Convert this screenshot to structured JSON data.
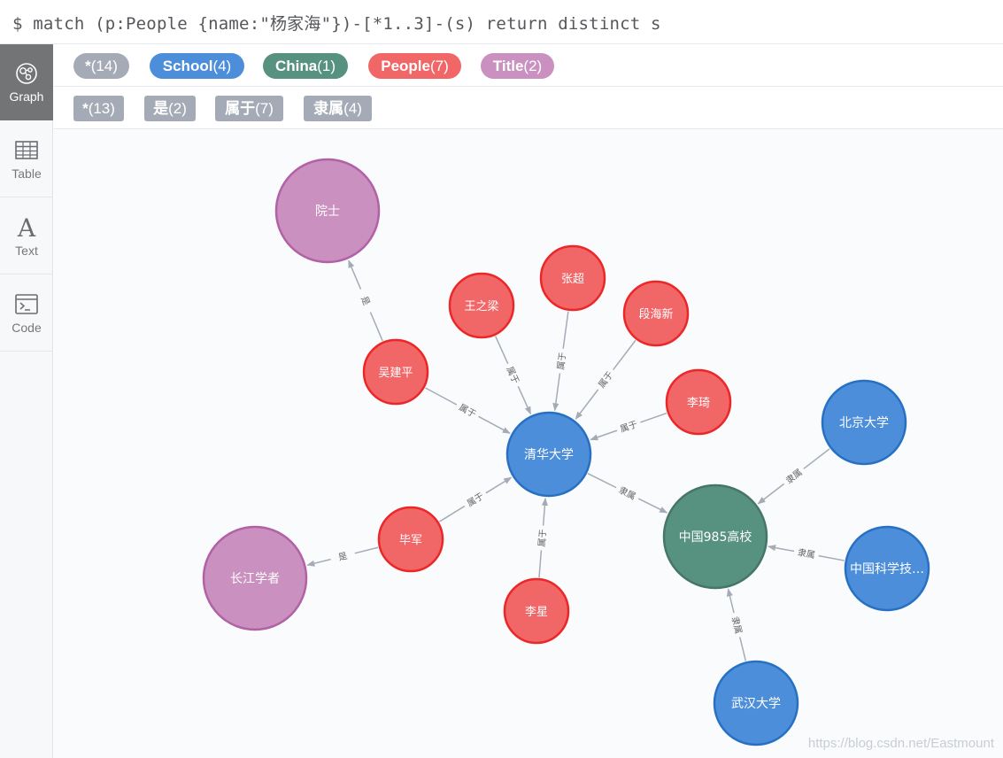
{
  "query": "$ match (p:People {name:\"杨家海\"})-[*1..3]-(s) return distinct s",
  "sidebar": {
    "items": [
      {
        "label": "Graph"
      },
      {
        "label": "Table"
      },
      {
        "label": "Text"
      },
      {
        "label": "Code"
      }
    ]
  },
  "node_labels": [
    {
      "name": "*",
      "count": "(14)",
      "color": "#a5abb6"
    },
    {
      "name": "School",
      "count": "(4)",
      "color": "#4c8eda"
    },
    {
      "name": "China",
      "count": "(1)",
      "color": "#57917f"
    },
    {
      "name": "People",
      "count": "(7)",
      "color": "#f16667"
    },
    {
      "name": "Title",
      "count": "(2)",
      "color": "#c990c0"
    }
  ],
  "rel_types": [
    {
      "name": "*",
      "count": "(13)"
    },
    {
      "name": "是",
      "count": "(2)"
    },
    {
      "name": "属于",
      "count": "(7)"
    },
    {
      "name": "隶属",
      "count": "(4)"
    }
  ],
  "graph": {
    "nodes": [
      {
        "id": "yuanshi",
        "caption": "院士",
        "type": "Title"
      },
      {
        "id": "changjiang",
        "caption": "长江学者",
        "type": "Title"
      },
      {
        "id": "wangzhiliang",
        "caption": "王之梁",
        "type": "People"
      },
      {
        "id": "zhangchao",
        "caption": "张超",
        "type": "People"
      },
      {
        "id": "duanhaixin",
        "caption": "段海新",
        "type": "People"
      },
      {
        "id": "wujianping",
        "caption": "吴建平",
        "type": "People"
      },
      {
        "id": "liqi",
        "caption": "李琦",
        "type": "People"
      },
      {
        "id": "bijun",
        "caption": "毕军",
        "type": "People"
      },
      {
        "id": "lixing",
        "caption": "李星",
        "type": "People"
      },
      {
        "id": "tsinghua",
        "caption": "清华大学",
        "type": "School"
      },
      {
        "id": "pku",
        "caption": "北京大学",
        "type": "School"
      },
      {
        "id": "ustc",
        "caption": "中国科学技…",
        "type": "School"
      },
      {
        "id": "whu",
        "caption": "武汉大学",
        "type": "School"
      },
      {
        "id": "c985",
        "caption": "中国985高校",
        "type": "China"
      }
    ],
    "edges": [
      {
        "from": "wujianping",
        "to": "yuanshi",
        "label": "是"
      },
      {
        "from": "bijun",
        "to": "changjiang",
        "label": "是"
      },
      {
        "from": "wujianping",
        "to": "tsinghua",
        "label": "属于"
      },
      {
        "from": "wangzhiliang",
        "to": "tsinghua",
        "label": "属于"
      },
      {
        "from": "zhangchao",
        "to": "tsinghua",
        "label": "属于"
      },
      {
        "from": "duanhaixin",
        "to": "tsinghua",
        "label": "属于"
      },
      {
        "from": "liqi",
        "to": "tsinghua",
        "label": "属于"
      },
      {
        "from": "bijun",
        "to": "tsinghua",
        "label": "属于"
      },
      {
        "from": "lixing",
        "to": "tsinghua",
        "label": "属于"
      },
      {
        "from": "tsinghua",
        "to": "c985",
        "label": "隶属"
      },
      {
        "from": "pku",
        "to": "c985",
        "label": "隶属"
      },
      {
        "from": "ustc",
        "to": "c985",
        "label": "隶属"
      },
      {
        "from": "whu",
        "to": "c985",
        "label": "隶属"
      }
    ]
  },
  "watermark": "https://blog.csdn.net/Eastmount"
}
